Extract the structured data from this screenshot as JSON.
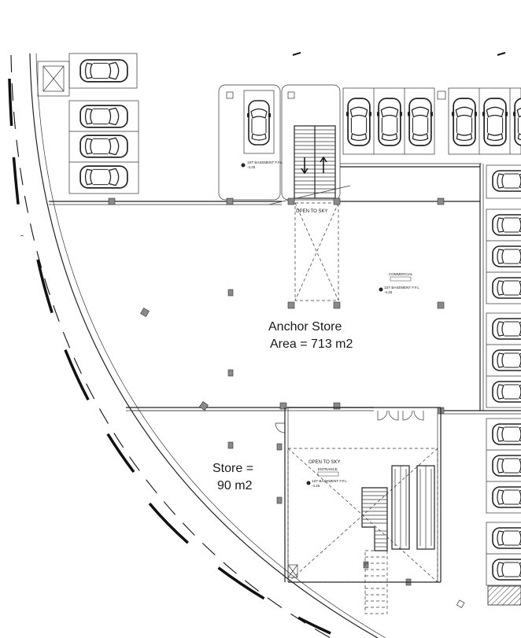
{
  "rooms": {
    "anchor_name": "Anchor Store",
    "anchor_area": "Area = 713 m2",
    "store_name": "Store =",
    "store_area": "90 m2"
  },
  "labels": {
    "open_to_sky_top": "OPEN TO SKY",
    "open_to_sky_bottom": "OPEN TO SKY",
    "commercial": "COMMERCIAL",
    "entrance": "ENTRANCE",
    "level_top_left": "1ST BASEMENT F.F.L",
    "level_commercial": "1ST BASEMENT F.F.L",
    "level_entrance": "1ST BASEMENT F.F.L",
    "elevation_top_left": "-4.25",
    "elevation_commercial": "-4.25",
    "elevation_entrance": "-4.25"
  }
}
